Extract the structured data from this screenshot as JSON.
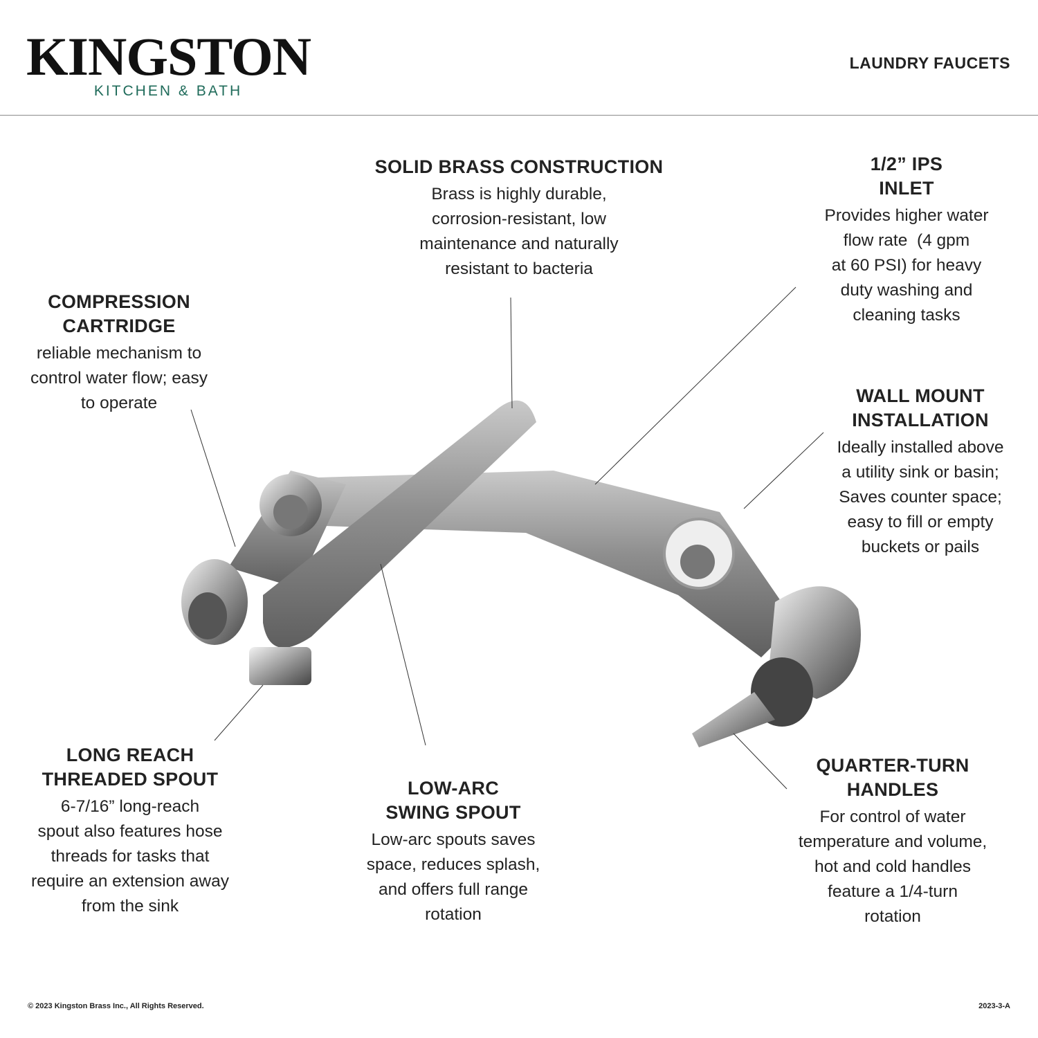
{
  "brand": {
    "name": "KINGSTON",
    "subtitle": "KITCHEN & BATH",
    "accent": "#1f6b5a"
  },
  "category": "LAUNDRY FAUCETS",
  "features": [
    {
      "id": "solid-brass",
      "title": "SOLID BRASS CONSTRUCTION",
      "body": "Brass is highly durable,\ncorrosion-resistant, low\nmaintenance and naturally\nresistant to bacteria"
    },
    {
      "id": "ips-inlet",
      "title": "1/2” IPS\nINLET",
      "body": "Provides higher water\nflow rate  (4 gpm\nat 60 PSI) for heavy\nduty washing and\ncleaning tasks"
    },
    {
      "id": "compression-cartridge",
      "title": "COMPRESSION\nCARTRIDGE",
      "body": "reliable mechanism to\ncontrol water flow; easy\nto operate"
    },
    {
      "id": "wall-mount",
      "title": "WALL MOUNT\nINSTALLATION",
      "body": "Ideally installed above\na utility sink or basin;\nSaves counter space;\neasy to fill or empty\nbuckets or pails"
    },
    {
      "id": "long-reach",
      "title": "LONG REACH\nTHREADED SPOUT",
      "body": "6-7/16” long-reach\nspout also features hose\nthreads for tasks that\nrequire an extension away\nfrom the sink"
    },
    {
      "id": "low-arc",
      "title": "LOW-ARC\nSWING SPOUT",
      "body": "Low-arc spouts saves\nspace, reduces splash,\nand offers full range\nrotation"
    },
    {
      "id": "quarter-turn",
      "title": "QUARTER-TURN\nHANDLES",
      "body": "For control of water\ntemperature and volume,\nhot and cold handles\nfeature a 1/4-turn\nrotation"
    }
  ],
  "footer": {
    "copyright": "© 2023 Kingston Brass Inc., All Rights Reserved.",
    "code": "2023-3-A"
  }
}
